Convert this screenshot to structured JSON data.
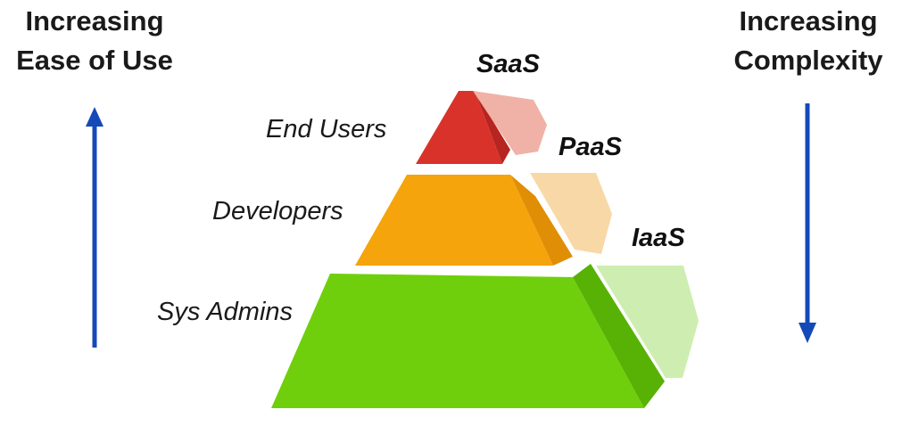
{
  "left_heading": {
    "line1": "Increasing",
    "line2": "Ease of Use"
  },
  "right_heading": {
    "line1": "Increasing",
    "line2": "Complexity"
  },
  "tiers": [
    {
      "label": "End Users",
      "service": "SaaS",
      "color": "#d9322a"
    },
    {
      "label": "Developers",
      "service": "PaaS",
      "color": "#f5a40b"
    },
    {
      "label": "Sys Admins",
      "service": "IaaS",
      "color": "#6fcf0c"
    }
  ],
  "arrow_color": "#1549b8"
}
